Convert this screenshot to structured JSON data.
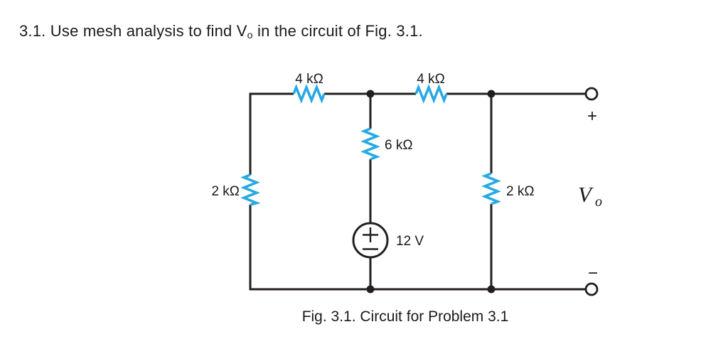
{
  "title": {
    "prefix": "3.1. Use mesh analysis to find V",
    "sub": "o",
    "suffix": " in the circuit of Fig. 3.1."
  },
  "caption": "Fig. 3.1. Circuit for Problem 3.1",
  "colors": {
    "wire": "#231f20",
    "resistor": "#29a9e1",
    "text": "#1a1a1a",
    "bg": "#ffffff"
  },
  "circuit": {
    "resistors": {
      "top_left": "4 kΩ",
      "top_right": "4 kΩ",
      "middle": "6 kΩ",
      "left": "2 kΩ",
      "right": "2 kΩ"
    },
    "voltage_source": {
      "label": "12 V"
    },
    "output": {
      "plus": "+",
      "minus": "−",
      "label_main": "V",
      "label_sub": "o"
    }
  }
}
